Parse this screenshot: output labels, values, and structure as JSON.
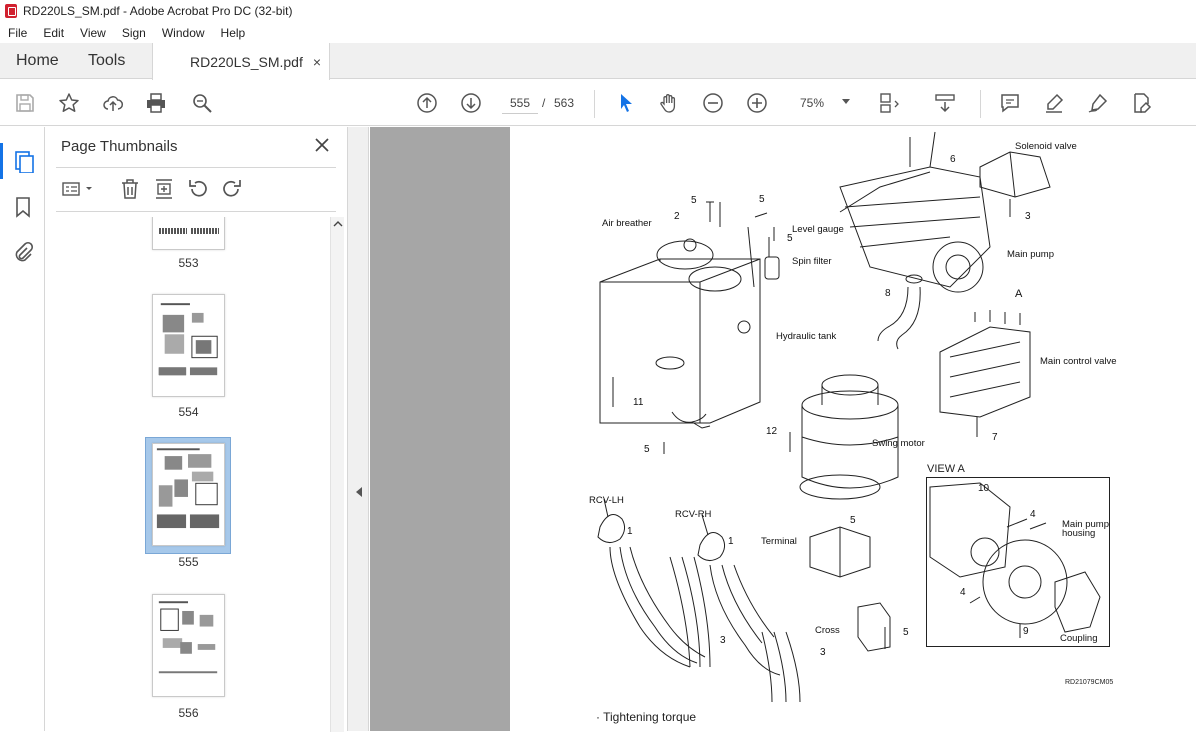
{
  "window": {
    "title": "RD220LS_SM.pdf - Adobe Acrobat Pro DC (32-bit)"
  },
  "menu": [
    "File",
    "Edit",
    "View",
    "Sign",
    "Window",
    "Help"
  ],
  "tabs": {
    "home": "Home",
    "tools": "Tools",
    "document": "RD220LS_SM.pdf",
    "close": "×"
  },
  "toolbar": {
    "current_page": "555",
    "separator": "/",
    "total_pages": "563",
    "zoom": "75%"
  },
  "panel": {
    "title": "Page Thumbnails",
    "close": "×"
  },
  "thumbnails": [
    {
      "label": "553",
      "selected": false
    },
    {
      "label": "554",
      "selected": false
    },
    {
      "label": "555",
      "selected": true
    },
    {
      "label": "556",
      "selected": false
    }
  ],
  "document": {
    "labels": {
      "solenoid_valve": "Solenoid valve",
      "air_breather": "Air breather",
      "level_gauge": "Level gauge",
      "spin_filter": "Spin filter",
      "main_pump": "Main pump",
      "hydraulic_tank": "Hydraulic tank",
      "main_control_valve": "Main control valve",
      "swing_motor": "Swing motor",
      "view_a": "VIEW   A",
      "rcv_lh": "RCV-LH",
      "rcv_rh": "RCV-RH",
      "terminal": "Terminal",
      "main_pump_housing_1": "Main pump",
      "main_pump_housing_2": "housing",
      "cross": "Cross",
      "coupling": "Coupling",
      "arrow_a": "A",
      "drawing_code": "RD21079CM05",
      "tightening_torque": "· Tightening torque"
    },
    "callouts": {
      "n6": "6",
      "n3a": "3",
      "n5a": "5",
      "n5b": "5",
      "n2": "2",
      "n5c": "5",
      "n8": "8",
      "n11": "11",
      "n5d": "5",
      "n12": "12",
      "n7": "7",
      "n10": "10",
      "n4a": "4",
      "n4b": "4",
      "n9": "9",
      "n1a": "1",
      "n1b": "1",
      "n5e": "5",
      "n3b": "3",
      "n3c": "3",
      "n5f": "5"
    }
  }
}
